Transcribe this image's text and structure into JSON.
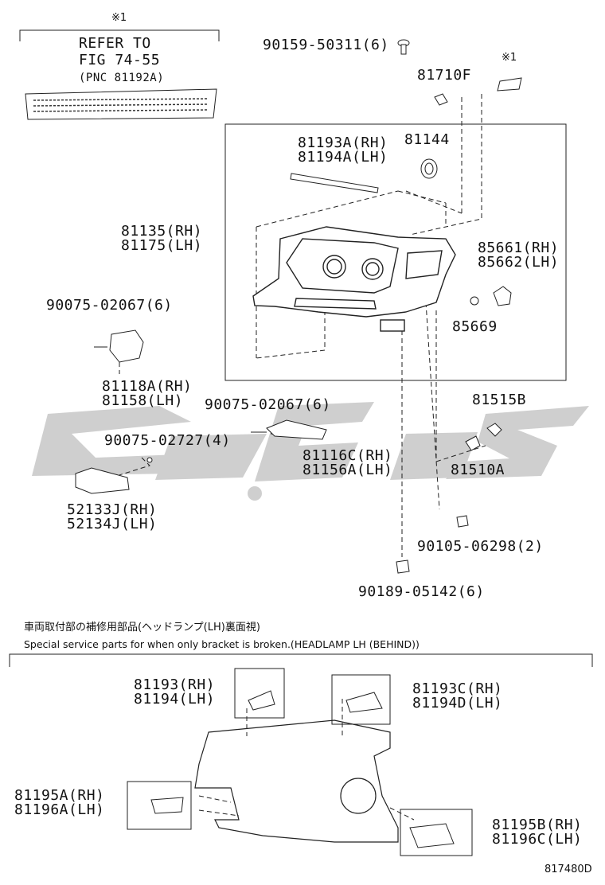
{
  "callout_mark": "※1",
  "refer_note": {
    "line1": "REFER TO",
    "line2": "FIG 74-55",
    "line3": "(PNC 81192A)"
  },
  "parts": {
    "p90159": "90159-50311(6)",
    "p81710f": "81710F",
    "p81193a": "81193A(RH)",
    "p81194a": "81194A(LH)",
    "p81144": "81144",
    "p81135": "81135(RH)",
    "p81175": "81175(LH)",
    "p85661": "85661(RH)",
    "p85662": "85662(LH)",
    "p85669": "85669",
    "p90075_a": "90075-02067(6)",
    "p81118a": "81118A(RH)",
    "p81158": "81158(LH)",
    "p90075_b": "90075-02067(6)",
    "p81515b": "81515B",
    "p90075_c": "90075-02727(4)",
    "p81116c": "81116C(RH)",
    "p81156a": "81156A(LH)",
    "p81510a": "81510A",
    "p52133j": "52133J(RH)",
    "p52134j": "52134J(LH)",
    "p90105": "90105-06298(2)",
    "p90189": "90189-05142(6)"
  },
  "service_section": {
    "jp_heading": "車両取付部の補修用部品(ヘッドランプ(LH)裏面視)",
    "en_heading": "Special service parts for when only bracket is broken.(HEADLAMP LH (BEHIND))",
    "p81193": "81193(RH)",
    "p81194": "81194(LH)",
    "p81193c": "81193C(RH)",
    "p81194d": "81194D(LH)",
    "p81195a": "81195A(RH)",
    "p81196a": "81196A(LH)",
    "p81195b": "81195B(RH)",
    "p81196c": "81196C(LH)"
  },
  "figure_id": "817480D"
}
